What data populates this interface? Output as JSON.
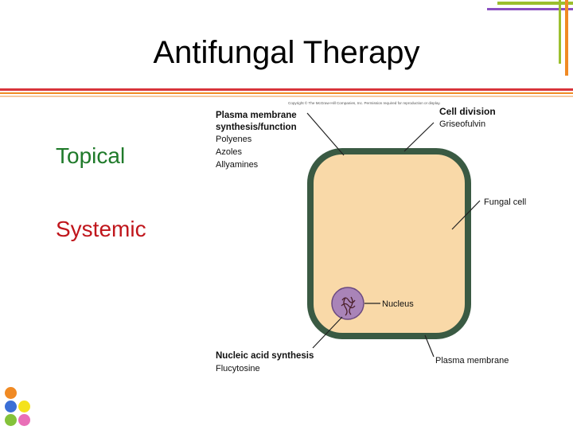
{
  "slide": {
    "title": "Antifungal Therapy",
    "bullets": [
      {
        "label": "Topical",
        "color": "#1f7a2a"
      },
      {
        "label": "Systemic",
        "color": "#c0161c"
      }
    ]
  },
  "figure": {
    "copyright": "Copyright © The McGraw-Hill Companies, Inc. Permission required for reproduction or display.",
    "plasma_heading": [
      "Plasma membrane",
      "synthesis/function"
    ],
    "plasma_drugs": [
      "Polyenes",
      "Azoles",
      "Allyamines"
    ],
    "cell_division_heading": "Cell division",
    "cell_division_drug": "Griseofulvin",
    "fungal_cell_label": "Fungal cell",
    "nucleus_label": "Nucleus",
    "nucleic_heading": "Nucleic acid synthesis",
    "nucleic_drug": "Flucytosine",
    "plasma_membrane_label": "Plasma membrane"
  },
  "colors": {
    "cell_fill": "#f9d9a8",
    "cell_border": "#3a5a43",
    "nucleus_fill": "#a984b8",
    "rule_red": "#d8343a",
    "rule_green": "#9bbf2e",
    "rule_orange": "#f08a24",
    "rule_purple": "#8a4fc1"
  }
}
